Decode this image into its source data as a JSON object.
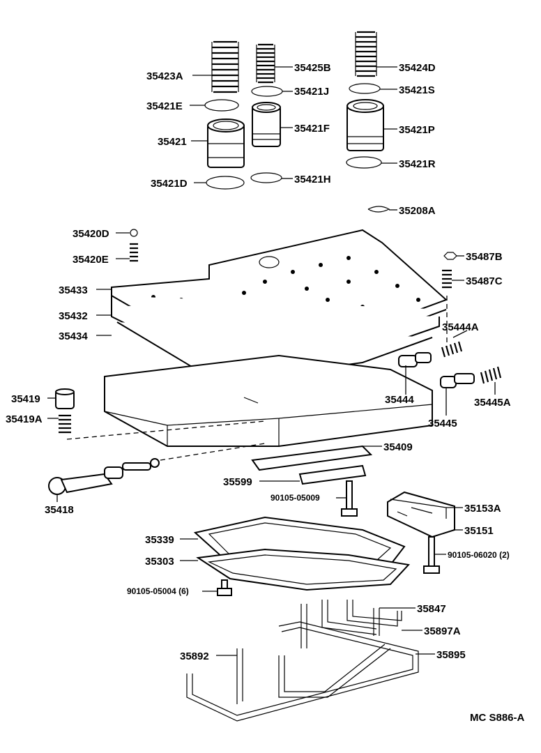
{
  "diagram": {
    "drawing_code": "MC S886-A",
    "labels": [
      {
        "id": "l-35423A",
        "text": "35423A"
      },
      {
        "id": "l-35425B",
        "text": "35425B"
      },
      {
        "id": "l-35424D",
        "text": "35424D"
      },
      {
        "id": "l-35421J",
        "text": "35421J"
      },
      {
        "id": "l-35421S",
        "text": "35421S"
      },
      {
        "id": "l-35421E",
        "text": "35421E"
      },
      {
        "id": "l-35421F",
        "text": "35421F"
      },
      {
        "id": "l-35421P",
        "text": "35421P"
      },
      {
        "id": "l-35421",
        "text": "35421"
      },
      {
        "id": "l-35421R",
        "text": "35421R"
      },
      {
        "id": "l-35421D",
        "text": "35421D"
      },
      {
        "id": "l-35421H",
        "text": "35421H"
      },
      {
        "id": "l-35208A",
        "text": "35208A"
      },
      {
        "id": "l-35420D",
        "text": "35420D"
      },
      {
        "id": "l-35420E",
        "text": "35420E"
      },
      {
        "id": "l-35487B",
        "text": "35487B"
      },
      {
        "id": "l-35487C",
        "text": "35487C"
      },
      {
        "id": "l-35433",
        "text": "35433"
      },
      {
        "id": "l-35432",
        "text": "35432"
      },
      {
        "id": "l-35434",
        "text": "35434"
      },
      {
        "id": "l-35444A",
        "text": "35444A"
      },
      {
        "id": "l-35419",
        "text": "35419"
      },
      {
        "id": "l-35419A",
        "text": "35419A"
      },
      {
        "id": "l-35444",
        "text": "35444"
      },
      {
        "id": "l-35445A",
        "text": "35445A"
      },
      {
        "id": "l-35445",
        "text": "35445"
      },
      {
        "id": "l-35409",
        "text": "35409"
      },
      {
        "id": "l-35599",
        "text": "35599"
      },
      {
        "id": "l-35418",
        "text": "35418"
      },
      {
        "id": "l-90105-05009",
        "text": "90105-05009"
      },
      {
        "id": "l-35153A",
        "text": "35153A"
      },
      {
        "id": "l-35151",
        "text": "35151"
      },
      {
        "id": "l-35339",
        "text": "35339"
      },
      {
        "id": "l-35303",
        "text": "35303"
      },
      {
        "id": "l-90105-06020",
        "text": "90105-06020 (2)"
      },
      {
        "id": "l-90105-05004",
        "text": "90105-05004 (6)"
      },
      {
        "id": "l-35847",
        "text": "35847"
      },
      {
        "id": "l-35897A",
        "text": "35897A"
      },
      {
        "id": "l-35892",
        "text": "35892"
      },
      {
        "id": "l-35895",
        "text": "35895"
      }
    ]
  }
}
